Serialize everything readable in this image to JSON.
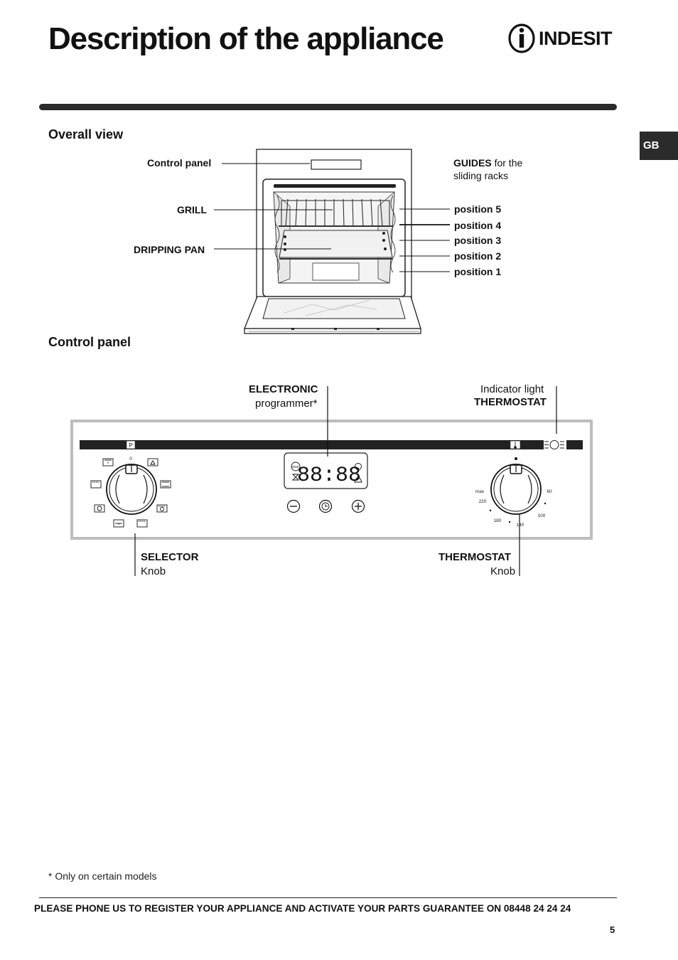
{
  "page": {
    "title": "Description of the appliance",
    "brand": "INDESIT",
    "language_tab": "GB",
    "page_number": "5"
  },
  "overall_view": {
    "heading": "Overall view",
    "labels": {
      "control_panel": "Control panel",
      "grill": "GRILL",
      "dripping_pan": "DRIPPING PAN",
      "guides_bold": "GUIDES",
      "guides_rest": " for the",
      "guides_line2": "sliding racks",
      "positions": [
        "position 5",
        "position 4",
        "position 3",
        "position 2",
        "position 1"
      ]
    }
  },
  "control_panel": {
    "heading": "Control panel",
    "electronic_bold": "ELECTRONIC",
    "electronic_rest": "programmer*",
    "indicator_light": "Indicator light",
    "indicator_thermostat": "THERMOSTAT",
    "selector_bold": "SELECTOR",
    "selector_rest": "Knob",
    "thermostat_bold": "THERMOSTAT",
    "thermostat_rest": "Knob",
    "strip_p": "P",
    "display_digits": "88:88",
    "selector_zero": "0",
    "thermostat_scale": [
      "max",
      "220",
      "180",
      "140",
      "100",
      "60"
    ]
  },
  "footnote": "* Only on certain models",
  "footer": "PLEASE PHONE US TO REGISTER YOUR APPLIANCE AND ACTIVATE YOUR PARTS GUARANTEE ON 08448 24 24 24"
}
